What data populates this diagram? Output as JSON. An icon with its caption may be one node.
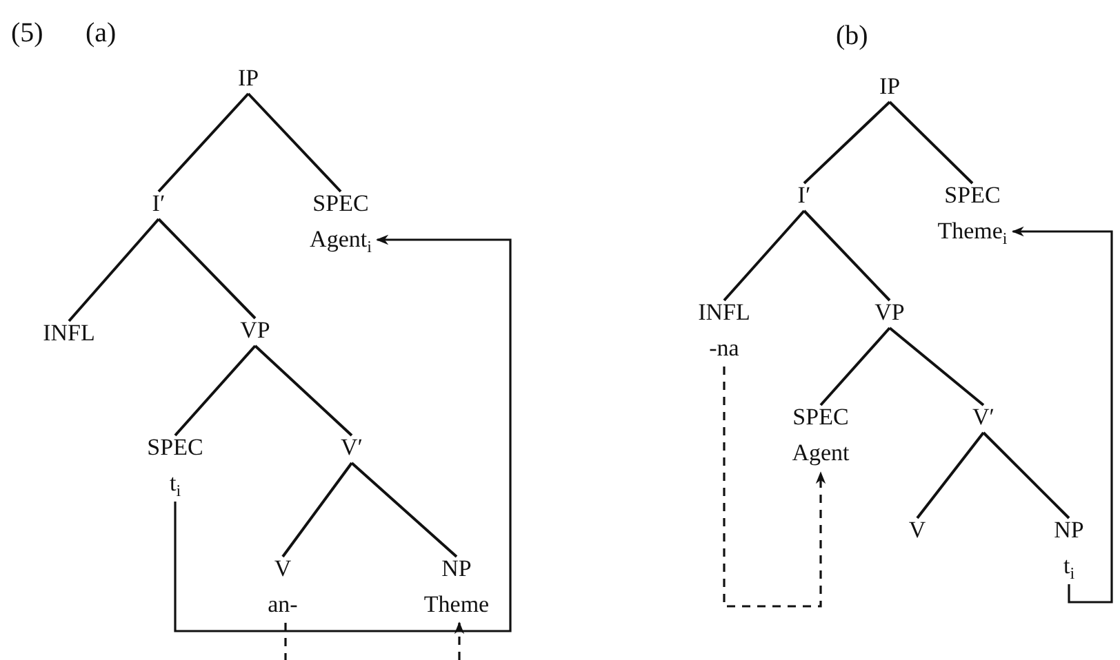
{
  "diagram": {
    "nodes": [
      {
        "text": [
          "IP"
        ]
      },
      {
        "text": [
          "I′"
        ]
      },
      {
        "text": [
          "SPEC",
          "Agent$_{i}$"
        ]
      },
      {
        "text": [
          "INFL"
        ]
      },
      {
        "text": [
          "VP"
        ]
      },
      {
        "text": [
          "SPEC",
          "t$_{i}$"
        ]
      },
      {
        "text": [
          "V′"
        ]
      },
      {
        "text": [
          "V",
          "an-"
        ]
      },
      {
        "text": [
          "NP",
          "Theme"
        ]
      },
      {
        "text": [
          "IP"
        ]
      },
      {
        "text": [
          "I′"
        ]
      },
      {
        "text": [
          "SPEC",
          "Theme$_{i}$"
        ]
      },
      {
        "text": [
          "INFL",
          "-na"
        ]
      },
      {
        "text": [
          "VP"
        ]
      },
      {
        "text": [
          "SPEC",
          "Agent"
        ]
      },
      {
        "text": [
          "V′"
        ]
      },
      {
        "text": [
          "V"
        ]
      },
      {
        "text": [
          "NP",
          "t$_{i}$"
        ]
      }
    ],
    "edges": [
      {
        "from": 0,
        "to": 1,
        "arrow": "none"
      },
      {
        "from": 0,
        "to": 2,
        "arrow": "none"
      },
      {
        "from": 1,
        "to": 3,
        "arrow": "none"
      },
      {
        "from": 1,
        "to": 4,
        "arrow": "none"
      },
      {
        "from": 4,
        "to": 5,
        "arrow": "none"
      },
      {
        "from": 4,
        "to": 6,
        "arrow": "none"
      },
      {
        "from": 6,
        "to": 7,
        "arrow": "none"
      },
      {
        "from": 6,
        "to": 8,
        "arrow": "none"
      },
      {
        "from": 9,
        "to": 10,
        "arrow": "none"
      },
      {
        "from": 9,
        "to": 11,
        "arrow": "none"
      },
      {
        "from": 10,
        "to": 12,
        "arrow": "none"
      },
      {
        "from": 10,
        "to": 13,
        "arrow": "none"
      },
      {
        "from": 13,
        "to": 14,
        "arrow": "none"
      },
      {
        "from": 13,
        "to": 15,
        "arrow": "none"
      },
      {
        "from": 15,
        "to": 16,
        "arrow": "none"
      },
      {
        "from": 15,
        "to": 17,
        "arrow": "none"
      },
      {
        "from": 5,
        "to": 2,
        "arrow": "to"
      },
      {
        "from": 7,
        "to": null,
        "arrow": "none",
        "style": "dashed"
      },
      {
        "from": null,
        "to": 8,
        "arrow": "to",
        "style": "dashed"
      },
      {
        "from": 17,
        "to": 11,
        "arrow": "to"
      },
      {
        "from": 12,
        "to": 14,
        "arrow": "to",
        "style": "dashed"
      }
    ],
    "labels": [
      "(5)",
      "(a)",
      "(b)"
    ]
  }
}
